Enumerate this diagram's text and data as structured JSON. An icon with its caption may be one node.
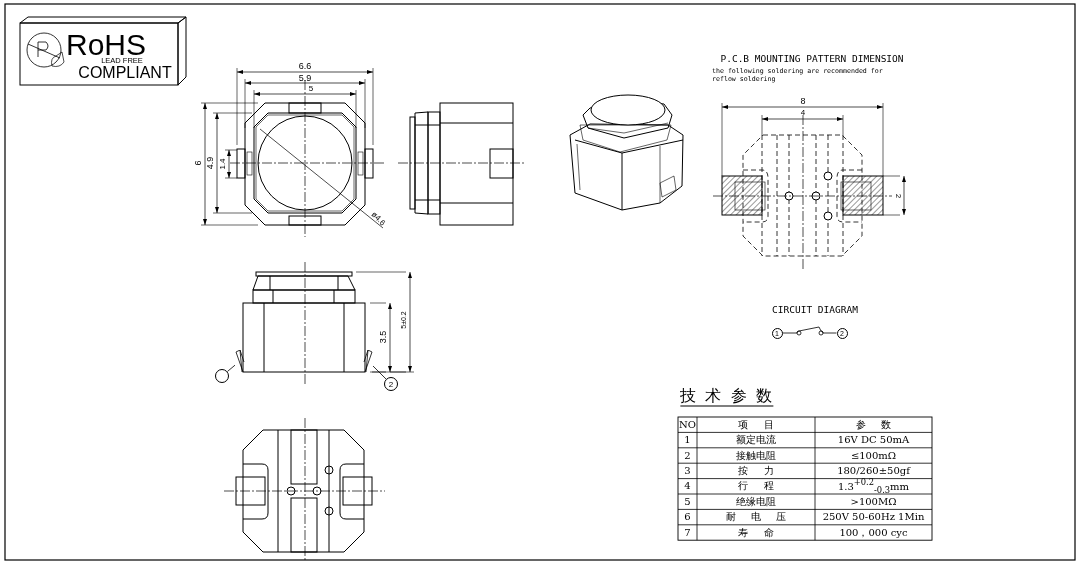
{
  "diagram": {
    "nodes": [
      {
        "text": [],
        "shape": "circle"
      },
      {
        "text": [
          "2"
        ]
      },
      {
        "text": [
          "1"
        ]
      },
      {
        "text": [
          "2"
        ]
      },
      {
        "text": [],
        "shape": "picture"
      },
      {
        "text": [],
        "shape": "picture"
      }
    ],
    "edges": [
      {
        "from": 0,
        "to": 4,
        "arrow": "none"
      },
      {
        "from": 1,
        "to": 5,
        "arrow": "none"
      },
      {
        "from": 2,
        "to": 3,
        "arrow": "none"
      }
    ],
    "labels": [
      "RoHS",
      "LEAD FREE",
      "COMPLIANT",
      "6.6",
      "5.9",
      "5",
      "6",
      "4.9",
      "1.4",
      "ø4.6",
      "3.5",
      "5±0.2",
      "P.C.B MOUNTING PATTERN DIMENSION",
      "the following soldering are recommended for reflow soldering",
      "8",
      "4",
      "2",
      "CIRCUIT DIAGRAM",
      "技 术 参 数",
      "NO",
      "项 目",
      "参 数",
      "1",
      "额定电流",
      "16V DC 50mA",
      "2",
      "接触电阻",
      "≤100mΩ",
      "3",
      "按 力",
      "180/260±50gf",
      "4",
      "行 程",
      "1.3$^{+0.2}$$_{-0.3}$mm",
      "5",
      "绝缘电阻",
      ">100MΩ",
      "6",
      "耐 电 压",
      "250V 50-60Hz 1Min",
      "7",
      "寿 命",
      "100，000 cyc"
    ]
  }
}
